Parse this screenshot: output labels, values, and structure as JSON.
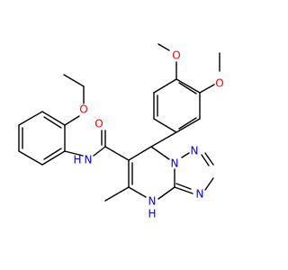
{
  "molecule": {
    "colors": {
      "bond": "#000000",
      "oxygen": "#ff0000",
      "nitrogen": "#0000ff"
    },
    "atoms": [
      {
        "symbol": "O"
      },
      {
        "symbol": "O"
      },
      {
        "symbol": "O"
      },
      {
        "symbol": "O"
      },
      {
        "symbol": "N",
        "suffix": "H"
      },
      {
        "symbol": "N"
      },
      {
        "symbol": "N"
      },
      {
        "symbol": "N"
      },
      {
        "symbol": "N",
        "suffix": "H"
      }
    ]
  }
}
